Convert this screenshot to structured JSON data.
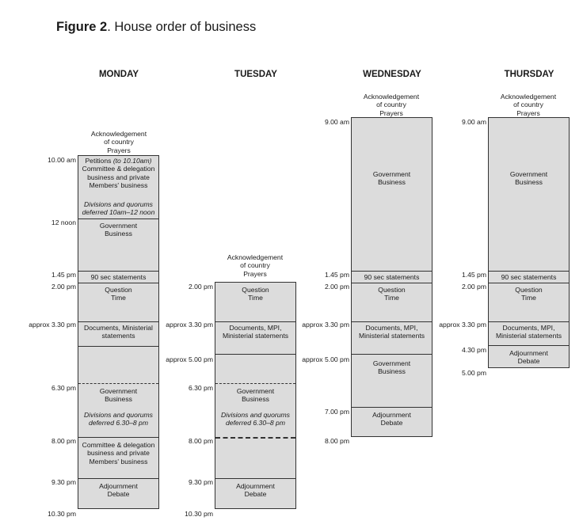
{
  "figure": {
    "title_bold": "Figure 2",
    "title_rest": ". House order of business"
  },
  "days": [
    "MONDAY",
    "TUESDAY",
    "WEDNESDAY",
    "THURSDAY"
  ],
  "monday": {
    "header": [
      "Acknowledgement",
      "of country",
      "Prayers"
    ],
    "times": [
      "10.00 am",
      "12 noon",
      "1.45 pm",
      "2.00 pm",
      "approx 3.30 pm",
      "6.30 pm",
      "8.00 pm",
      "9.30 pm",
      "10.30 pm"
    ],
    "blocks": {
      "petitions_1": "Petitions",
      "petitions_2": "(to 10.10am)",
      "committee_1": "Committee & delegation",
      "committee_2": "business and private",
      "committee_3": "Members' business",
      "divisions_1": "Divisions and quorums",
      "divisions_2": "deferred 10am–12 noon",
      "gov_1": "Government",
      "gov_2": "Business",
      "statements": "90 sec statements",
      "qt_1": "Question",
      "qt_2": "Time",
      "docs_1": "Documents, Ministerial",
      "docs_2": "statements",
      "gov_eve_1": "Government",
      "gov_eve_2": "Business",
      "div_eve_1": "Divisions and quorums",
      "div_eve_2": "deferred 6.30–8 pm",
      "comm_eve_1": "Committee & delegation",
      "comm_eve_2": "business and private",
      "comm_eve_3": "Members' business",
      "adj_1": "Adjournment",
      "adj_2": "Debate"
    }
  },
  "tuesday": {
    "header": [
      "Acknowledgement",
      "of country",
      "Prayers"
    ],
    "times": [
      "2.00 pm",
      "approx 3.30 pm",
      "approx 5.00 pm",
      "6.30 pm",
      "8.00 pm",
      "9.30 pm",
      "10.30 pm"
    ],
    "blocks": {
      "qt_1": "Question",
      "qt_2": "Time",
      "docs_1": "Documents, MPI,",
      "docs_2": "Ministerial statements",
      "gov_1": "Government",
      "gov_2": "Business",
      "div_1": "Divisions and quorums",
      "div_2": "deferred 6.30–8 pm",
      "adj_1": "Adjournment",
      "adj_2": "Debate"
    }
  },
  "wednesday": {
    "header": [
      "Acknowledgement",
      "of country",
      "Prayers"
    ],
    "times": [
      "9.00 am",
      "1.45 pm",
      "2.00 pm",
      "approx 3.30 pm",
      "approx 5.00 pm",
      "7.00 pm",
      "8.00 pm"
    ],
    "blocks": {
      "gov_1": "Government",
      "gov_2": "Business",
      "statements": "90 sec statements",
      "qt_1": "Question",
      "qt_2": "Time",
      "docs_1": "Documents, MPI,",
      "docs_2": "Ministerial statements",
      "gov_pm_1": "Government",
      "gov_pm_2": "Business",
      "adj_1": "Adjournment",
      "adj_2": "Debate"
    }
  },
  "thursday": {
    "header": [
      "Acknowledgement",
      "of country",
      "Prayers"
    ],
    "times": [
      "9.00 am",
      "1.45 pm",
      "2.00 pm",
      "approx 3.30 pm",
      "4.30 pm",
      "5.00 pm"
    ],
    "blocks": {
      "gov_1": "Government",
      "gov_2": "Business",
      "statements": "90 sec statements",
      "qt_1": "Question",
      "qt_2": "Time",
      "docs_1": "Documents, MPI,",
      "docs_2": "Ministerial statements",
      "adj_1": "Adjournment",
      "adj_2": "Debate"
    }
  }
}
